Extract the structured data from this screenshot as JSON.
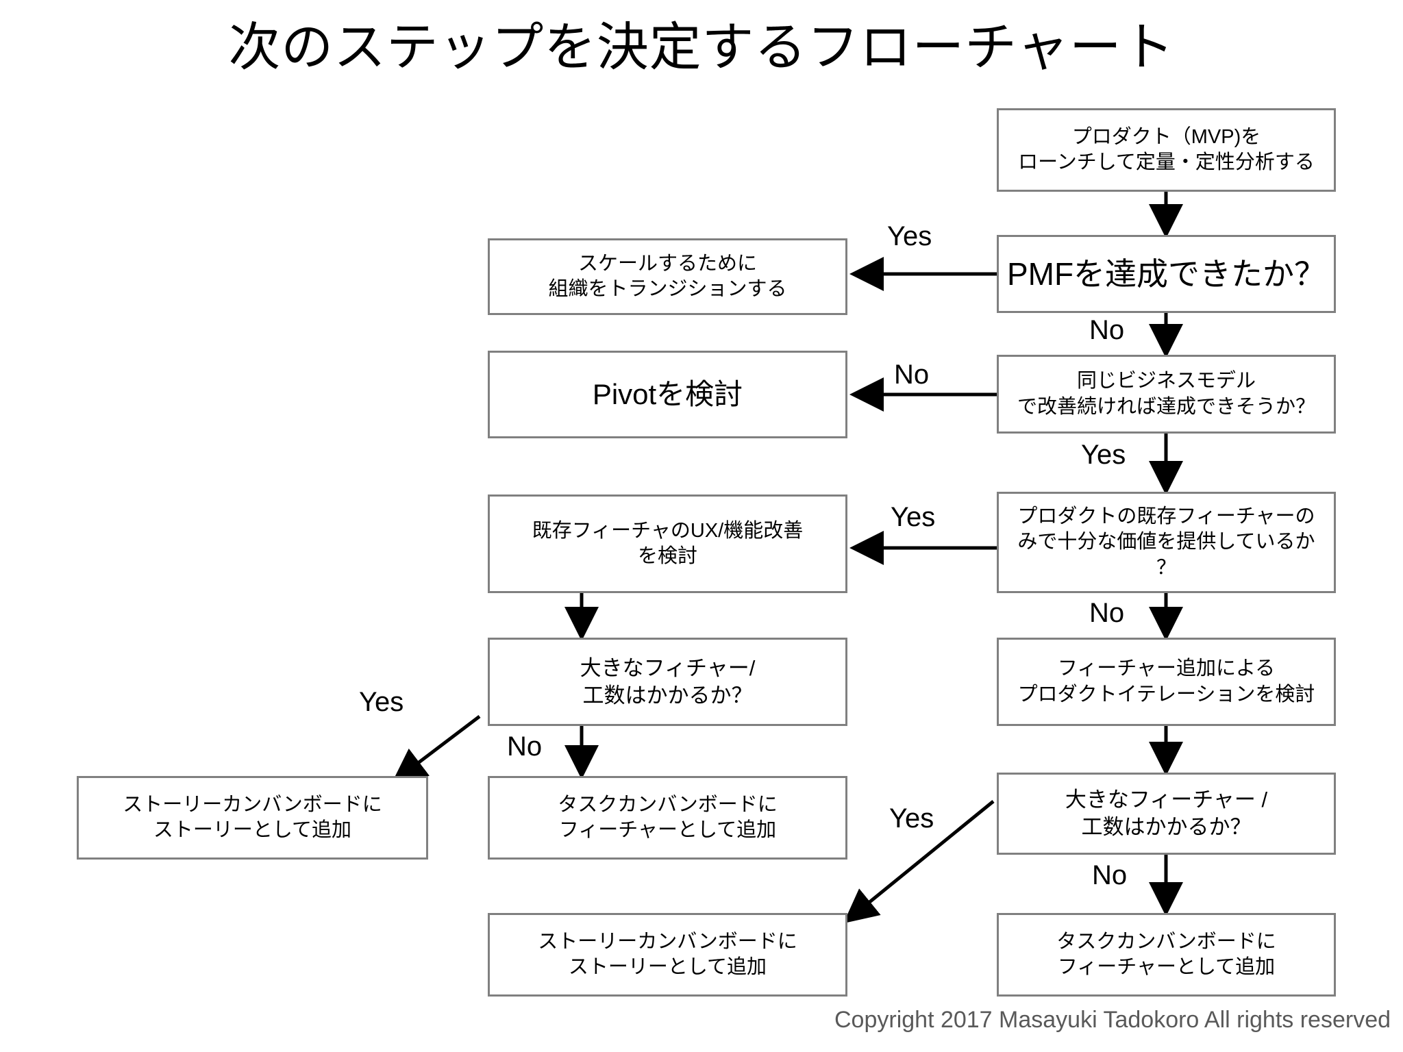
{
  "page": {
    "title": "次のステップを決定するフローチャート",
    "copyright": "Copyright 2017 Masayuki Tadokoro All rights reserved",
    "box_border_color": "#808080",
    "background_color": "#ffffff",
    "text_color": "#000000",
    "copyright_color": "#595959"
  },
  "nodes": {
    "launch_mvp": "プロダクト（MVP)を\nローンチして定量・定性分析する",
    "pmf_achieved": "PMFを達成できたか？",
    "scale_transition": "スケールするために\n組織をトランジションする",
    "same_business_model": "同じビジネスモデル\nで改善続ければ達成できそうか？",
    "consider_pivot": "Pivotを検討",
    "existing_features_value": "プロダクトの既存フィーチャーの\nみで十分な価値を提供しているか\n？",
    "improve_ux": "既存フィーチャのUX/機能改善\nを検討",
    "big_feature_left": "大きなフィチャー/\n工数はかかるか？",
    "feature_iteration": "フィーチャー追加による\nプロダクトイテレーションを検討",
    "story_kanban_left": "ストーリーカンバンボードに\nストーリーとして追加",
    "task_kanban_left": "タスクカンバンボードに\nフィーチャーとして追加",
    "big_feature_right": "大きなフィーチャー /\n工数はかかるか？",
    "story_kanban_right": "ストーリーカンバンボードに\nストーリーとして追加",
    "task_kanban_right": "タスクカンバンボードに\nフィーチャーとして追加"
  },
  "edge_labels": {
    "pmf_yes": "Yes",
    "pmf_no": "No",
    "same_model_no": "No",
    "same_model_yes": "Yes",
    "existing_features_yes": "Yes",
    "existing_features_no": "No",
    "big_feature_left_yes": "Yes",
    "big_feature_left_no": "No",
    "big_feature_right_yes": "Yes",
    "big_feature_right_no": "No"
  },
  "chart_data": {
    "type": "diagram",
    "title": "次のステップを決定するフローチャート",
    "nodes": [
      {
        "id": "launch_mvp",
        "label": "プロダクト（MVP)をローンチして定量・定性分析する",
        "shape": "rect"
      },
      {
        "id": "pmf_achieved",
        "label": "PMFを達成できたか？",
        "shape": "rect"
      },
      {
        "id": "scale_transition",
        "label": "スケールするために組織をトランジションする",
        "shape": "rect"
      },
      {
        "id": "same_business_model",
        "label": "同じビジネスモデルで改善続ければ達成できそうか？",
        "shape": "rect"
      },
      {
        "id": "consider_pivot",
        "label": "Pivotを検討",
        "shape": "rect"
      },
      {
        "id": "existing_features_value",
        "label": "プロダクトの既存フィーチャーのみで十分な価値を提供しているか？",
        "shape": "rect"
      },
      {
        "id": "improve_ux",
        "label": "既存フィーチャのUX/機能改善を検討",
        "shape": "rect"
      },
      {
        "id": "big_feature_left",
        "label": "大きなフィチャー/工数はかかるか？",
        "shape": "rect"
      },
      {
        "id": "feature_iteration",
        "label": "フィーチャー追加によるプロダクトイテレーションを検討",
        "shape": "rect"
      },
      {
        "id": "story_kanban_left",
        "label": "ストーリーカンバンボードにストーリーとして追加",
        "shape": "rect"
      },
      {
        "id": "task_kanban_left",
        "label": "タスクカンバンボードにフィーチャーとして追加",
        "shape": "rect"
      },
      {
        "id": "big_feature_right",
        "label": "大きなフィーチャー / 工数はかかるか？",
        "shape": "rect"
      },
      {
        "id": "story_kanban_right",
        "label": "ストーリーカンバンボードにストーリーとして追加",
        "shape": "rect"
      },
      {
        "id": "task_kanban_right",
        "label": "タスクカンバンボードにフィーチャーとして追加",
        "shape": "rect"
      }
    ],
    "edges": [
      {
        "from": "launch_mvp",
        "to": "pmf_achieved",
        "label": ""
      },
      {
        "from": "pmf_achieved",
        "to": "scale_transition",
        "label": "Yes"
      },
      {
        "from": "pmf_achieved",
        "to": "same_business_model",
        "label": "No"
      },
      {
        "from": "same_business_model",
        "to": "consider_pivot",
        "label": "No"
      },
      {
        "from": "same_business_model",
        "to": "existing_features_value",
        "label": "Yes"
      },
      {
        "from": "existing_features_value",
        "to": "improve_ux",
        "label": "Yes"
      },
      {
        "from": "existing_features_value",
        "to": "feature_iteration",
        "label": "No"
      },
      {
        "from": "improve_ux",
        "to": "big_feature_left",
        "label": ""
      },
      {
        "from": "big_feature_left",
        "to": "story_kanban_left",
        "label": "Yes"
      },
      {
        "from": "big_feature_left",
        "to": "task_kanban_left",
        "label": "No"
      },
      {
        "from": "feature_iteration",
        "to": "big_feature_right",
        "label": ""
      },
      {
        "from": "big_feature_right",
        "to": "story_kanban_right",
        "label": "Yes"
      },
      {
        "from": "big_feature_right",
        "to": "task_kanban_right",
        "label": "No"
      }
    ]
  }
}
